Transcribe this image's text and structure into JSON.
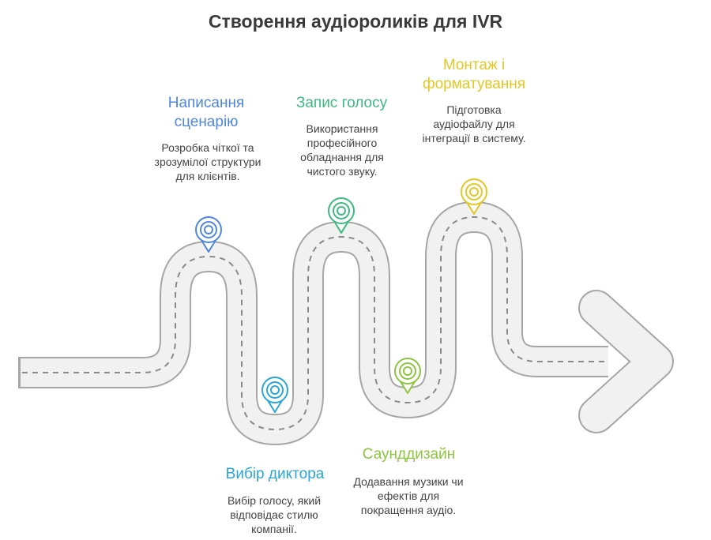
{
  "title": "Створення аудіороликів для IVR",
  "steps": [
    {
      "title": "Написання сценарію",
      "description": "Розробка чіткої та зрозумілої структури для клієнтів.",
      "color": "#4f86e0",
      "icon": "location-pin-icon"
    },
    {
      "title": "Вибір диктора",
      "description": "Вибір голосу, який відповідає стилю компанії.",
      "color": "#2aa7d5",
      "icon": "location-pin-icon"
    },
    {
      "title": "Запис голосу",
      "description": "Використання професійного обладнання для чистого звуку.",
      "color": "#3dba7f",
      "icon": "location-pin-icon"
    },
    {
      "title": "Саунддизайн",
      "description": "Додавання музики чи ефектів для покращення аудіо.",
      "color": "#8cc63f",
      "icon": "location-pin-icon"
    },
    {
      "title": "Монтаж і форматування",
      "description": "Підготовка аудіофайлу для інтеграції в систему.",
      "color": "#e2c824",
      "icon": "location-pin-icon"
    }
  ]
}
